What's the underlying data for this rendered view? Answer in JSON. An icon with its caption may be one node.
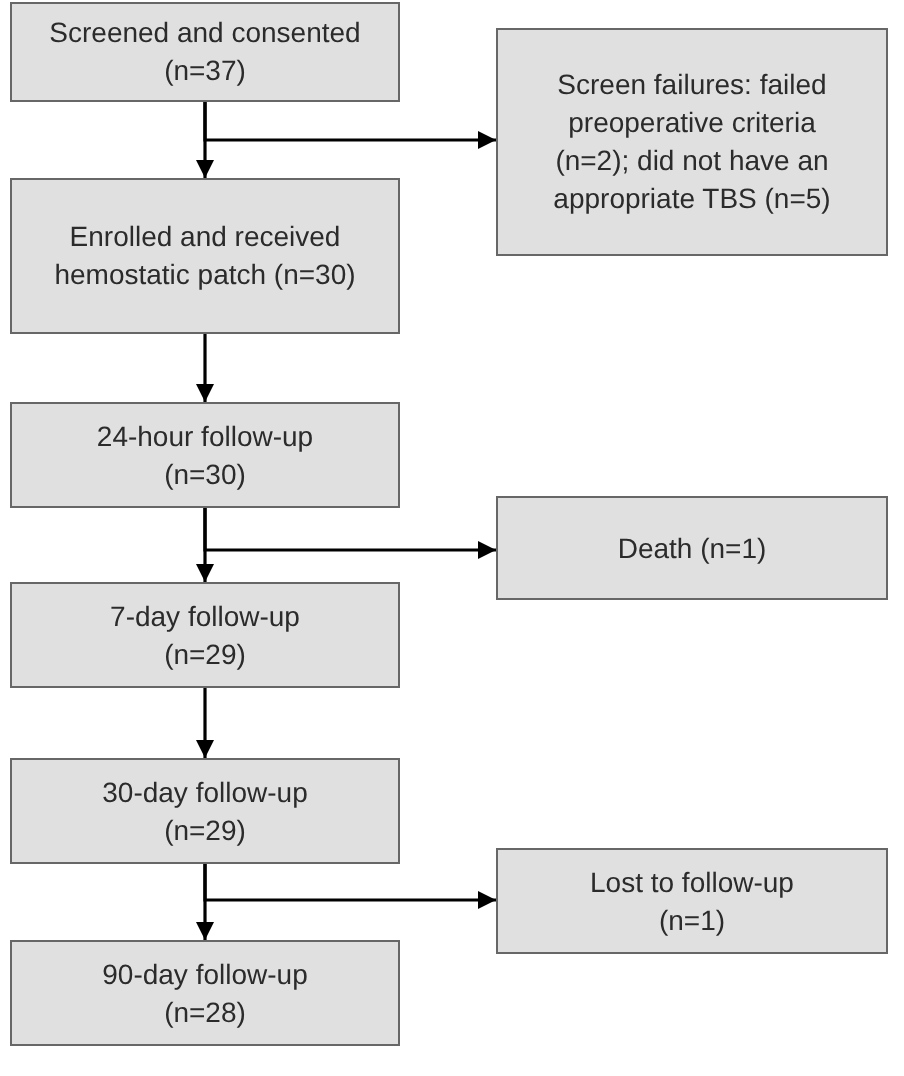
{
  "diagram": {
    "nodes": [
      {
        "text": [
          "Screened and consented (n=37)"
        ]
      },
      {
        "text": [
          "Screen failures: failed preoperative criteria (n=2); did not have an appropriate TBS (n=5)"
        ]
      },
      {
        "text": [
          "Enrolled and received hemostatic patch (n=30)"
        ]
      },
      {
        "text": [
          "24-hour follow-up (n=30)"
        ]
      },
      {
        "text": [
          "Death (n=1)"
        ]
      },
      {
        "text": [
          "7-day follow-up (n=29)"
        ]
      },
      {
        "text": [
          "30-day follow-up (n=29)"
        ]
      },
      {
        "text": [
          "Lost to follow-up (n=1)"
        ]
      },
      {
        "text": [
          "90-day follow-up (n=28)"
        ]
      }
    ],
    "edges": [
      {
        "from": 0,
        "to": 2,
        "arrow": "to"
      },
      {
        "from": 0,
        "to": 1,
        "arrow": "to"
      },
      {
        "from": 2,
        "to": 3,
        "arrow": "to"
      },
      {
        "from": 3,
        "to": 5,
        "arrow": "to"
      },
      {
        "from": 3,
        "to": 4,
        "arrow": "to"
      },
      {
        "from": 5,
        "to": 6,
        "arrow": "to"
      },
      {
        "from": 6,
        "to": 8,
        "arrow": "to"
      },
      {
        "from": 6,
        "to": 7,
        "arrow": "to"
      }
    ]
  }
}
